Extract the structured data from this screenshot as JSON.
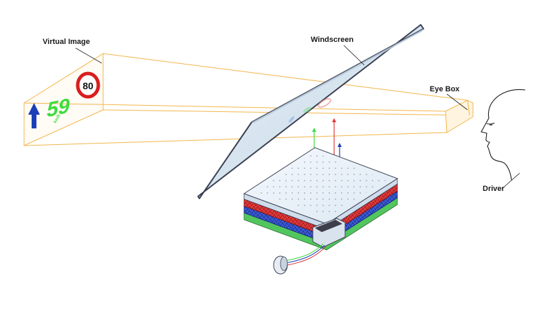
{
  "labels": {
    "virtual_image": "Virtual Image",
    "windscreen": "Windscreen",
    "eye_box": "Eye Box",
    "driver": "Driver"
  },
  "virtual_image_content": {
    "speed": "59",
    "speed_unit": "km/h",
    "speed_limit": "80"
  },
  "colors": {
    "light_path": "#f2b64a",
    "hud_speed": "#3ddc3d",
    "arrow": "#1a3fb8",
    "limit_ring": "#d81e1e",
    "layer_red": "#e03a3a",
    "layer_blue": "#3b5bd8",
    "layer_green": "#52c65e",
    "glass": "#dce8f2"
  }
}
